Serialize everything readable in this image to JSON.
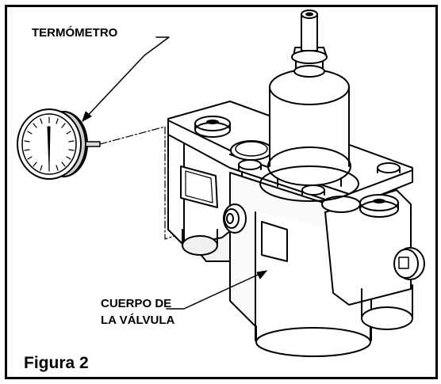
{
  "labels": {
    "thermometer": "TERMÓMETRO",
    "valve_body_line1": "CUERPO DE",
    "valve_body_line2": "LA VÁLVULA"
  },
  "caption": "Figura 2"
}
